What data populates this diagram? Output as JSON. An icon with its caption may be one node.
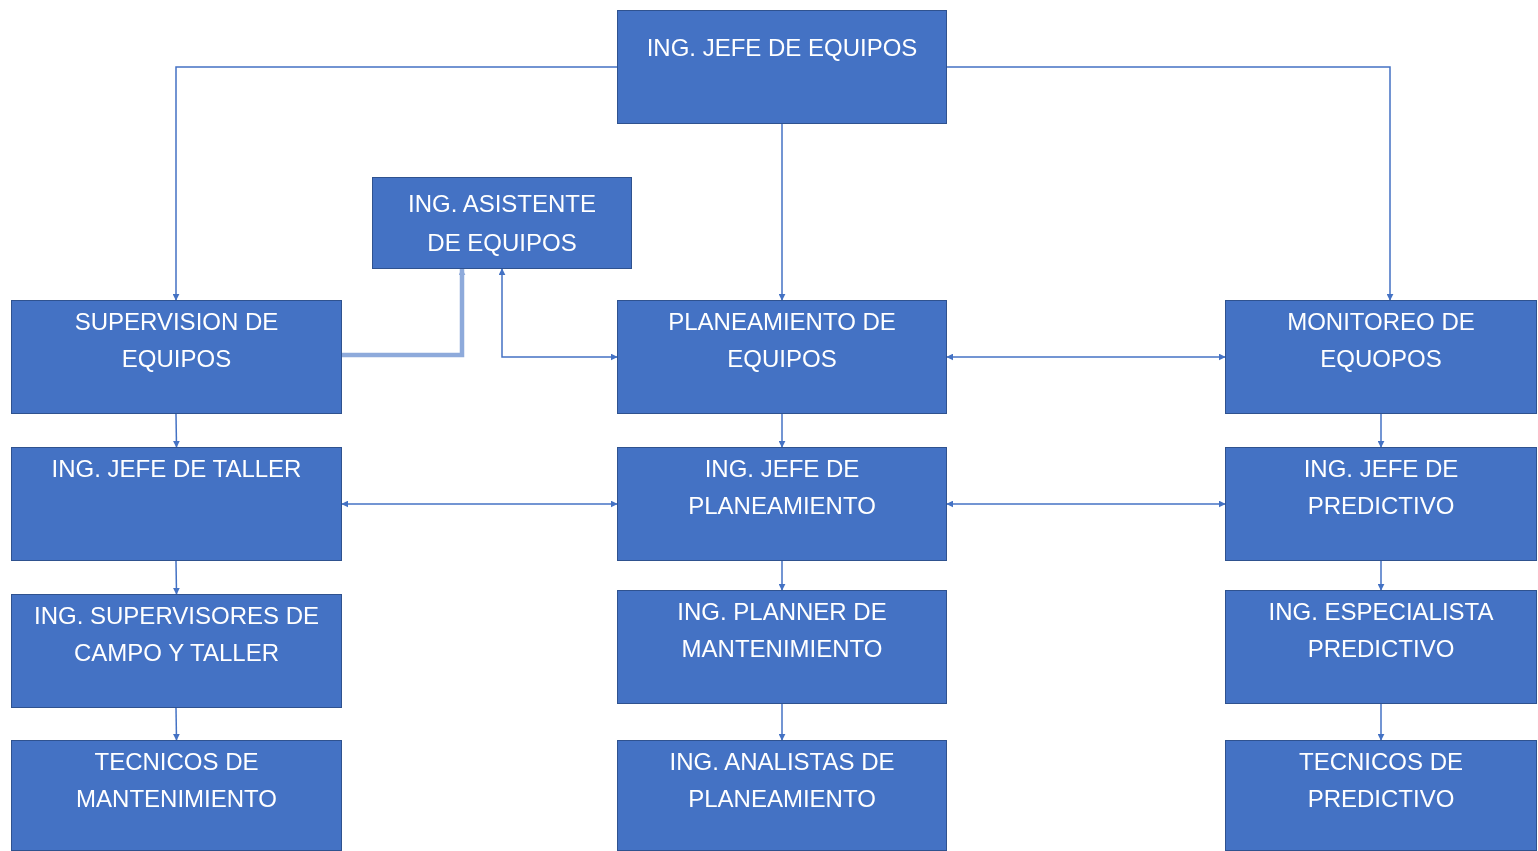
{
  "diagram": {
    "nodes": [
      {
        "text": [
          "ING. JEFE DE EQUIPOS"
        ]
      },
      {
        "text": [
          "ING. ASISTENTE DE EQUIPOS"
        ]
      },
      {
        "text": [
          "SUPERVISION DE EQUIPOS"
        ]
      },
      {
        "text": [
          "PLANEAMIENTO DE EQUIPOS"
        ]
      },
      {
        "text": [
          "MONITOREO DE EQUOPOS"
        ]
      },
      {
        "text": [
          "ING. JEFE DE TALLER"
        ]
      },
      {
        "text": [
          "ING. JEFE DE PLANEAMIENTO"
        ]
      },
      {
        "text": [
          "ING. JEFE DE PREDICTIVO"
        ]
      },
      {
        "text": [
          "ING. SUPERVISORES DE CAMPO Y TALLER"
        ]
      },
      {
        "text": [
          "ING. PLANNER DE MANTENIMIENTO"
        ]
      },
      {
        "text": [
          "ING. ESPECIALISTA PREDICTIVO"
        ]
      },
      {
        "text": [
          "TECNICOS DE MANTENIMIENTO"
        ]
      },
      {
        "text": [
          "ING. ANALISTAS DE PLANEAMIENTO"
        ]
      },
      {
        "text": [
          "TECNICOS DE PREDICTIVO"
        ]
      }
    ],
    "edges": [
      {
        "from": 0,
        "to": 2,
        "arrow": "to"
      },
      {
        "from": 0,
        "to": 3,
        "arrow": "to"
      },
      {
        "from": 0,
        "to": 4,
        "arrow": "to"
      },
      {
        "from": 2,
        "to": 1,
        "arrow": "to",
        "style": "thick",
        "color": "#8eaadb"
      },
      {
        "from": 1,
        "to": 3,
        "arrow": "both"
      },
      {
        "from": 3,
        "to": 4,
        "arrow": "both"
      },
      {
        "from": 2,
        "to": 5,
        "arrow": "to"
      },
      {
        "from": 5,
        "to": 8,
        "arrow": "to"
      },
      {
        "from": 8,
        "to": 11,
        "arrow": "to"
      },
      {
        "from": 3,
        "to": 6,
        "arrow": "to"
      },
      {
        "from": 6,
        "to": 9,
        "arrow": "to"
      },
      {
        "from": 9,
        "to": 12,
        "arrow": "to"
      },
      {
        "from": 4,
        "to": 7,
        "arrow": "to"
      },
      {
        "from": 7,
        "to": 10,
        "arrow": "to"
      },
      {
        "from": 10,
        "to": 13,
        "arrow": "to"
      },
      {
        "from": 5,
        "to": 6,
        "arrow": "both"
      },
      {
        "from": 6,
        "to": 7,
        "arrow": "both"
      }
    ]
  }
}
